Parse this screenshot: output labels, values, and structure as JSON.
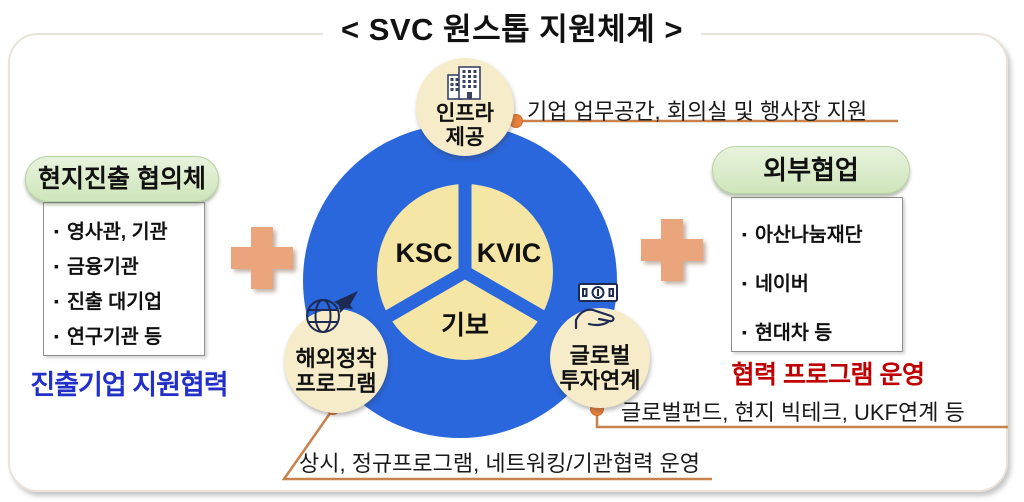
{
  "title": "< SVC 원스톱 지원체계 >",
  "center": {
    "segments": [
      {
        "label": "KSC"
      },
      {
        "label": "KVIC"
      },
      {
        "label": "기보"
      }
    ]
  },
  "satellites": {
    "top": {
      "label": "인프라\n제공",
      "icon": "building-icon"
    },
    "bottom_left": {
      "label": "해외정착\n프로그램",
      "icon": "globe-plane-icon"
    },
    "bottom_right": {
      "label": "글로벌\n투자연계",
      "icon": "money-hand-icon"
    }
  },
  "annotations": {
    "top": "기업 업무공간, 회의실 및 행사장 지원",
    "bottom_right": "글로벌펀드, 현지 빅테크, UKF연계 등",
    "bottom": "상시, 정규프로그램, 네트워킹/기관협력 운영"
  },
  "left_panel": {
    "header": "현지진출 협의체",
    "items": [
      "영사관, 기관",
      "금융기관",
      "진출 대기업",
      "연구기관 등"
    ],
    "footer": "진출기업 지원협력"
  },
  "right_panel": {
    "header": "외부협업",
    "items": [
      "아산나눔재단",
      "네이버",
      "현대차 등"
    ],
    "footer": "협력 프로그램 운영"
  },
  "colors": {
    "circle_blue": "#2a66dc",
    "segment_cream": "#f5e6a6",
    "satellite_cream": "#f6ecca",
    "pill_green": "#d9ecc6",
    "plus_orange": "#eba57c",
    "connector_tan": "#c8824c",
    "dot_orange": "#e8813c",
    "footer_blue": "#2230c8",
    "footer_red": "#c00000"
  }
}
